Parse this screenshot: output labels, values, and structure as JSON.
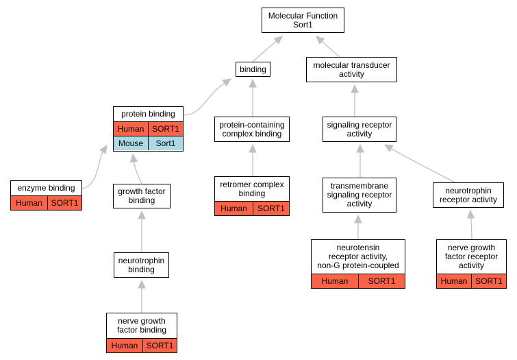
{
  "graph": {
    "colors": {
      "edge": "#c0c0c0",
      "human": "#fa6346",
      "mouse": "#add8e6",
      "border": "#000000"
    },
    "nodes": {
      "root": {
        "label": "Molecular Function\nSort1"
      },
      "binding": {
        "label": "binding"
      },
      "transducer": {
        "label": "molecular transducer\nactivity"
      },
      "protein_binding": {
        "label": "protein binding",
        "annotations": [
          {
            "species": "Human",
            "gene": "SORT1",
            "color": "#fa6346"
          },
          {
            "species": "Mouse",
            "gene": "Sort1",
            "color": "#add8e6"
          }
        ]
      },
      "protein_complex": {
        "label": "protein-containing\ncomplex binding"
      },
      "signaling_receptor": {
        "label": "signaling receptor\nactivity"
      },
      "enzyme_binding": {
        "label": "enzyme binding",
        "annotations": [
          {
            "species": "Human",
            "gene": "SORT1",
            "color": "#fa6346"
          }
        ]
      },
      "growth_factor": {
        "label": "growth factor\nbinding"
      },
      "retromer": {
        "label": "retromer complex\nbinding",
        "annotations": [
          {
            "species": "Human",
            "gene": "SORT1",
            "color": "#fa6346"
          }
        ]
      },
      "transmembrane": {
        "label": "transmembrane\nsignaling receptor\nactivity"
      },
      "neurotrophin_receptor": {
        "label": "neurotrophin\nreceptor activity"
      },
      "neurotrophin_binding": {
        "label": "neurotrophin\nbinding"
      },
      "neurotensin": {
        "label": "neurotensin\nreceptor activity,\nnon-G protein-coupled",
        "annotations": [
          {
            "species": "Human",
            "gene": "SORT1",
            "color": "#fa6346"
          }
        ]
      },
      "ngf_receptor": {
        "label": "nerve growth\nfactor receptor\nactivity",
        "annotations": [
          {
            "species": "Human",
            "gene": "SORT1",
            "color": "#fa6346"
          }
        ]
      },
      "ngf_binding": {
        "label": "nerve growth\nfactor binding",
        "annotations": [
          {
            "species": "Human",
            "gene": "SORT1",
            "color": "#fa6346"
          }
        ]
      }
    },
    "edges": [
      {
        "from": "binding",
        "to": "root"
      },
      {
        "from": "transducer",
        "to": "root"
      },
      {
        "from": "protein_binding",
        "to": "binding"
      },
      {
        "from": "protein_complex",
        "to": "binding"
      },
      {
        "from": "signaling_receptor",
        "to": "transducer"
      },
      {
        "from": "enzyme_binding",
        "to": "protein_binding"
      },
      {
        "from": "growth_factor",
        "to": "protein_binding"
      },
      {
        "from": "retromer",
        "to": "protein_complex"
      },
      {
        "from": "transmembrane",
        "to": "signaling_receptor"
      },
      {
        "from": "neurotrophin_receptor",
        "to": "signaling_receptor"
      },
      {
        "from": "neurotrophin_binding",
        "to": "growth_factor"
      },
      {
        "from": "neurotensin",
        "to": "transmembrane"
      },
      {
        "from": "ngf_receptor",
        "to": "neurotrophin_receptor"
      },
      {
        "from": "ngf_binding",
        "to": "neurotrophin_binding"
      }
    ]
  }
}
